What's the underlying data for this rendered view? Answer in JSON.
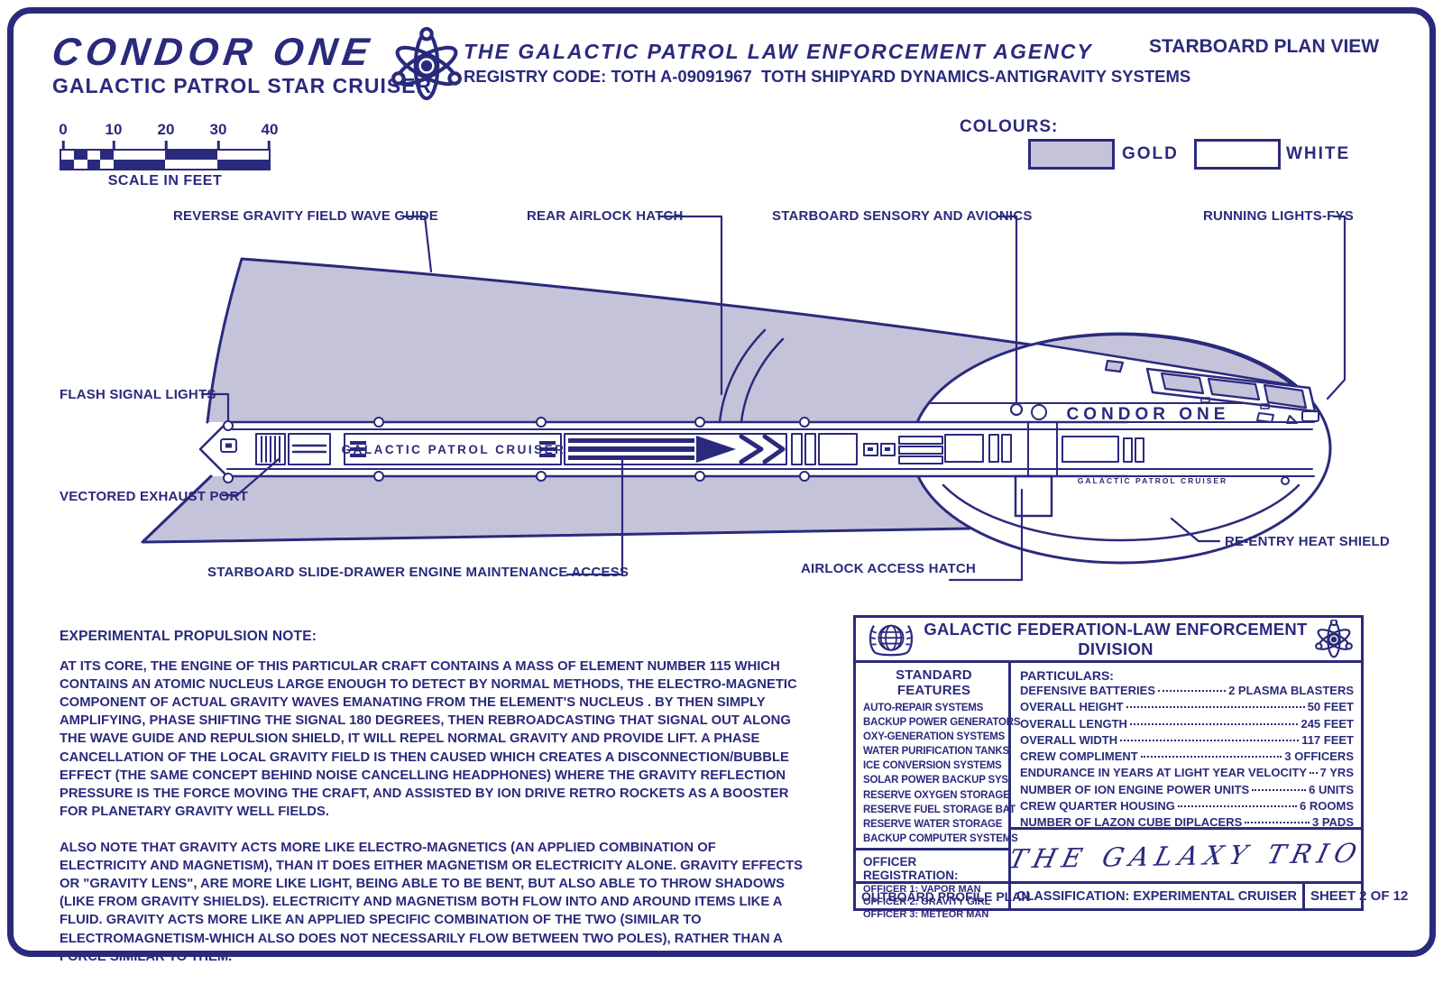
{
  "header": {
    "ship_name": "CONDOR ONE",
    "ship_type": "GALACTIC PATROL STAR CRUISER",
    "agency": "THE GALACTIC PATROL LAW ENFORCEMENT AGENCY",
    "registry": "REGISTRY CODE: TOTH A-09091967  TOTH SHIPYARD DYNAMICS-ANTIGRAVITY SYSTEMS",
    "view_label": "STARBOARD PLAN VIEW"
  },
  "scale_bar": {
    "ticks": [
      "0",
      "10",
      "20",
      "30",
      "40"
    ],
    "caption": "SCALE IN FEET"
  },
  "colours": {
    "title": "COLOURS:",
    "gold_label": "GOLD",
    "white_label": "WHITE",
    "gold_hex": "#c5c3da",
    "white_hex": "#ffffff",
    "line_hex": "#2a2a7d"
  },
  "callouts": {
    "reverse_gravity": "REVERSE GRAVITY FIELD WAVE GUIDE",
    "rear_airlock": "REAR AIRLOCK HATCH",
    "starboard_sensory": "STARBOARD SENSORY AND AVIONICS",
    "running_lights": "RUNNING LIGHTS-FYS",
    "flash_signal": "FLASH SIGNAL LIGHTS",
    "vectored_exhaust": "VECTORED EXHAUST PORT",
    "slide_drawer": "STARBOARD SLIDE-DRAWER ENGINE MAINTENANCE ACCESS",
    "airlock_access": "AIRLOCK ACCESS HATCH",
    "reentry_shield": "RE-ENTRY HEAT SHIELD"
  },
  "ship_decals": {
    "hull_plate": "GALACTIC PATROL CRUISER",
    "nose_name": "CONDOR ONE",
    "nose_small": "GALACTIC PATROL CRUISER"
  },
  "propulsion_note": {
    "title": "EXPERIMENTAL PROPULSION NOTE:",
    "para1": "AT ITS CORE, THE ENGINE OF THIS PARTICULAR CRAFT CONTAINS A MASS OF ELEMENT NUMBER 115 WHICH CONTAINS AN ATOMIC NUCLEUS LARGE ENOUGH TO DETECT BY NORMAL METHODS, THE ELECTRO-MAGNETIC COMPONENT OF ACTUAL GRAVITY WAVES EMANATING FROM THE ELEMENT'S NUCLEUS . BY THEN SIMPLY AMPLIFYING, PHASE SHIFTING THE SIGNAL 180 DEGREES, THEN REBROADCASTING THAT SIGNAL OUT ALONG THE WAVE GUIDE AND REPULSION SHIELD, IT WILL REPEL NORMAL GRAVITY AND PROVIDE LIFT. A PHASE CANCELLATION OF THE LOCAL GRAVITY FIELD IS THEN CAUSED WHICH CREATES A DISCONNECTION/BUBBLE EFFECT (THE SAME CONCEPT BEHIND NOISE CANCELLING HEADPHONES) WHERE THE GRAVITY REFLECTION PRESSURE IS THE FORCE MOVING THE CRAFT, AND ASSISTED BY ION DRIVE RETRO ROCKETS AS A BOOSTER FOR PLANETARY GRAVITY WELL FIELDS.",
    "para2": "ALSO NOTE THAT GRAVITY ACTS MORE LIKE ELECTRO-MAGNETICS (AN APPLIED COMBINATION OF ELECTRICITY AND MAGNETISM), THAN IT DOES EITHER MAGNETISM OR ELECTRICITY ALONE. GRAVITY EFFECTS OR \"GRAVITY LENS\", ARE MORE LIKE LIGHT, BEING ABLE TO BE BENT, BUT ALSO ABLE TO THROW SHADOWS (LIKE FROM GRAVITY SHIELDS). ELECTRICITY AND MAGNETISM BOTH FLOW INTO AND AROUND ITEMS LIKE A FLUID. GRAVITY ACTS MORE LIKE AN APPLIED SPECIFIC COMBINATION OF THE TWO (SIMILAR TO ELECTROMAGNETISM-WHICH ALSO DOES NOT NECESSARILY FLOW BETWEEN TWO POLES), RATHER THAN A FORCE SIMILAR TO THEM."
  },
  "title_block": {
    "division_title": "GALACTIC FEDERATION-LAW ENFORCEMENT DIVISION",
    "features": {
      "title": "STANDARD FEATURES",
      "items": [
        "AUTO-REPAIR SYSTEMS",
        "BACKUP POWER GENERATORS",
        "OXY-GENERATION SYSTEMS",
        "WATER PURIFICATION TANKS",
        "ICE CONVERSION SYSTEMS",
        "SOLAR POWER BACKUP SYS",
        "RESERVE OXYGEN STORAGE",
        "RESERVE FUEL STORAGE BAT",
        "RESERVE WATER STORAGE",
        "BACKUP COMPUTER SYSTEMS"
      ]
    },
    "particulars": {
      "title": "PARTICULARS:",
      "rows": [
        {
          "label": "DEFENSIVE BATTERIES",
          "value": "2 PLASMA BLASTERS"
        },
        {
          "label": "OVERALL HEIGHT",
          "value": "50 FEET"
        },
        {
          "label": "OVERALL LENGTH",
          "value": "245 FEET"
        },
        {
          "label": "OVERALL WIDTH",
          "value": "117 FEET"
        },
        {
          "label": "CREW COMPLIMENT",
          "value": "3 OFFICERS"
        },
        {
          "label": "ENDURANCE IN YEARS AT LIGHT YEAR VELOCITY",
          "value": "7 YRS"
        },
        {
          "label": "NUMBER OF ION ENGINE POWER UNITS",
          "value": "6 UNITS"
        },
        {
          "label": "CREW QUARTER HOUSING",
          "value": "6 ROOMS"
        },
        {
          "label": "NUMBER OF LAZON CUBE DIPLACERS",
          "value": "3 PADS"
        }
      ]
    },
    "officers": {
      "title": "OFFICER REGISTRATION:",
      "items": [
        "OFFICER 1: VAPOR MAN",
        "OFFICER 2: GRAVITY GIRL",
        "OFFICER 3: METEOR MAN"
      ]
    },
    "signature": "THE GALAXY TRIO",
    "plan_label": "OUTBOARD PROFILE PLAN",
    "classification": "CLASSIFICATION: EXPERIMENTAL CRUISER",
    "sheet": "SHEET 2 OF 12"
  }
}
